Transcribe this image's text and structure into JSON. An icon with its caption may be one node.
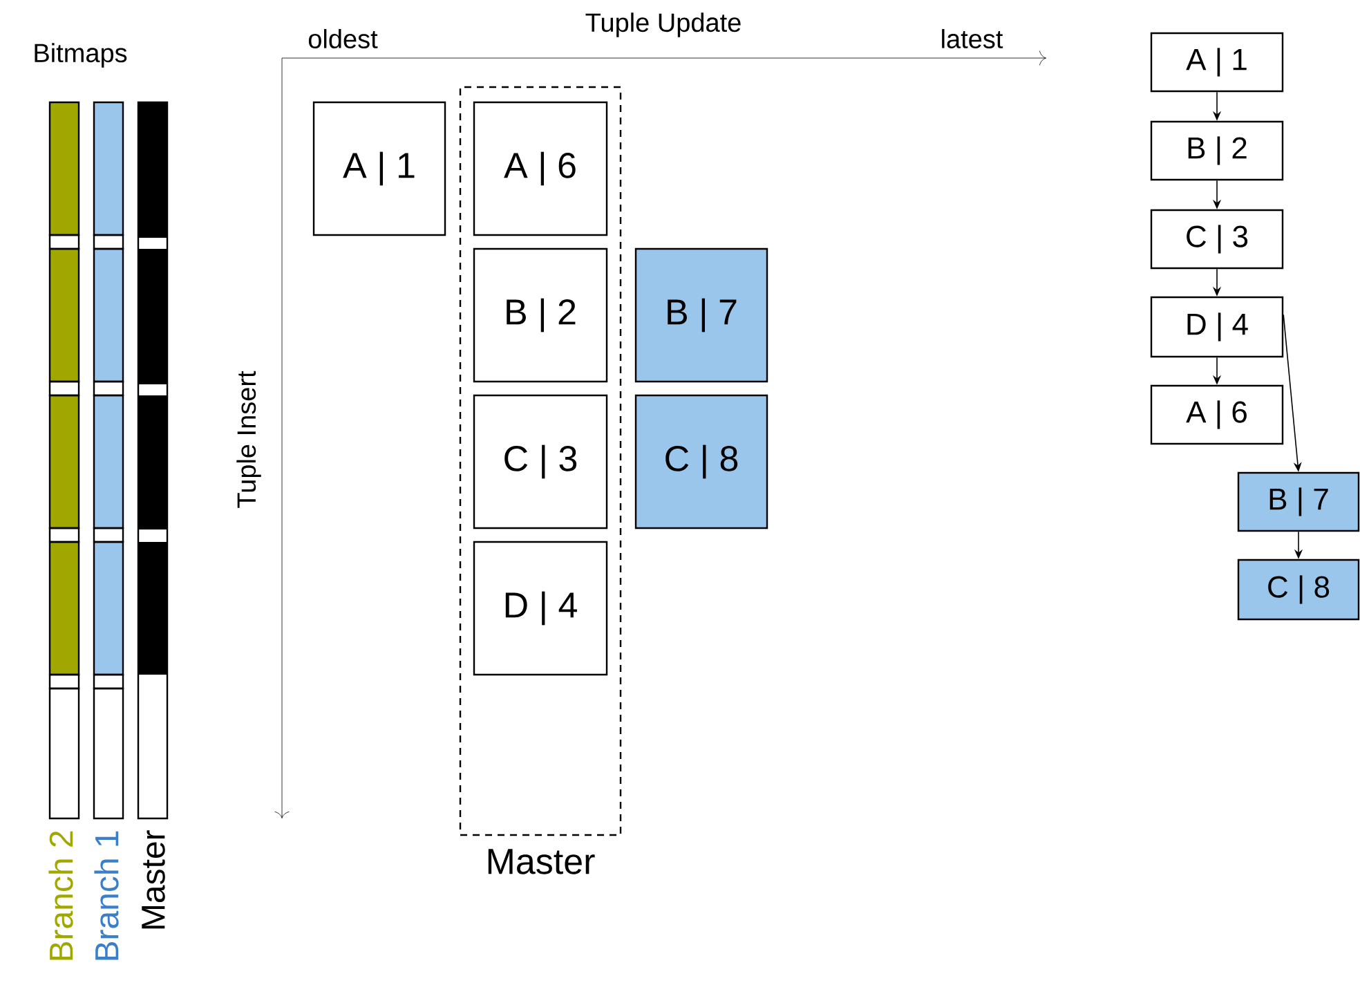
{
  "diagram": {
    "nodes": [
      {
        "text": [
          "Master"
        ]
      },
      {
        "text": [
          "A | 1"
        ]
      },
      {
        "text": [
          "A | 6"
        ],
        "in": 0
      },
      {
        "text": [
          "B | 2"
        ],
        "in": 0
      },
      {
        "text": [
          "C | 3"
        ],
        "in": 0
      },
      {
        "text": [
          "D | 4"
        ],
        "in": 0
      },
      {
        "text": [
          "B | 7"
        ]
      },
      {
        "text": [
          "C | 8"
        ]
      },
      {
        "text": [
          "A | 1"
        ]
      },
      {
        "text": [
          "B | 2"
        ]
      },
      {
        "text": [
          "C | 3"
        ]
      },
      {
        "text": [
          "D | 4"
        ]
      },
      {
        "text": [
          "A | 6"
        ]
      },
      {
        "text": [
          "B | 7"
        ]
      },
      {
        "text": [
          "C | 8"
        ]
      }
    ],
    "edges": [
      {
        "from": 8,
        "to": 9,
        "arrow": "to"
      },
      {
        "from": 9,
        "to": 10,
        "arrow": "to"
      },
      {
        "from": 10,
        "to": 11,
        "arrow": "to"
      },
      {
        "from": 11,
        "to": 12,
        "arrow": "to"
      },
      {
        "from": 11,
        "to": 13,
        "arrow": "to"
      },
      {
        "from": 13,
        "to": 14,
        "arrow": "to"
      }
    ],
    "labels": [
      "Bitmaps",
      "oldest",
      "Tuple Update",
      "latest",
      "Tuple Insert",
      "Branch 2",
      "Branch 1",
      "Master"
    ]
  }
}
